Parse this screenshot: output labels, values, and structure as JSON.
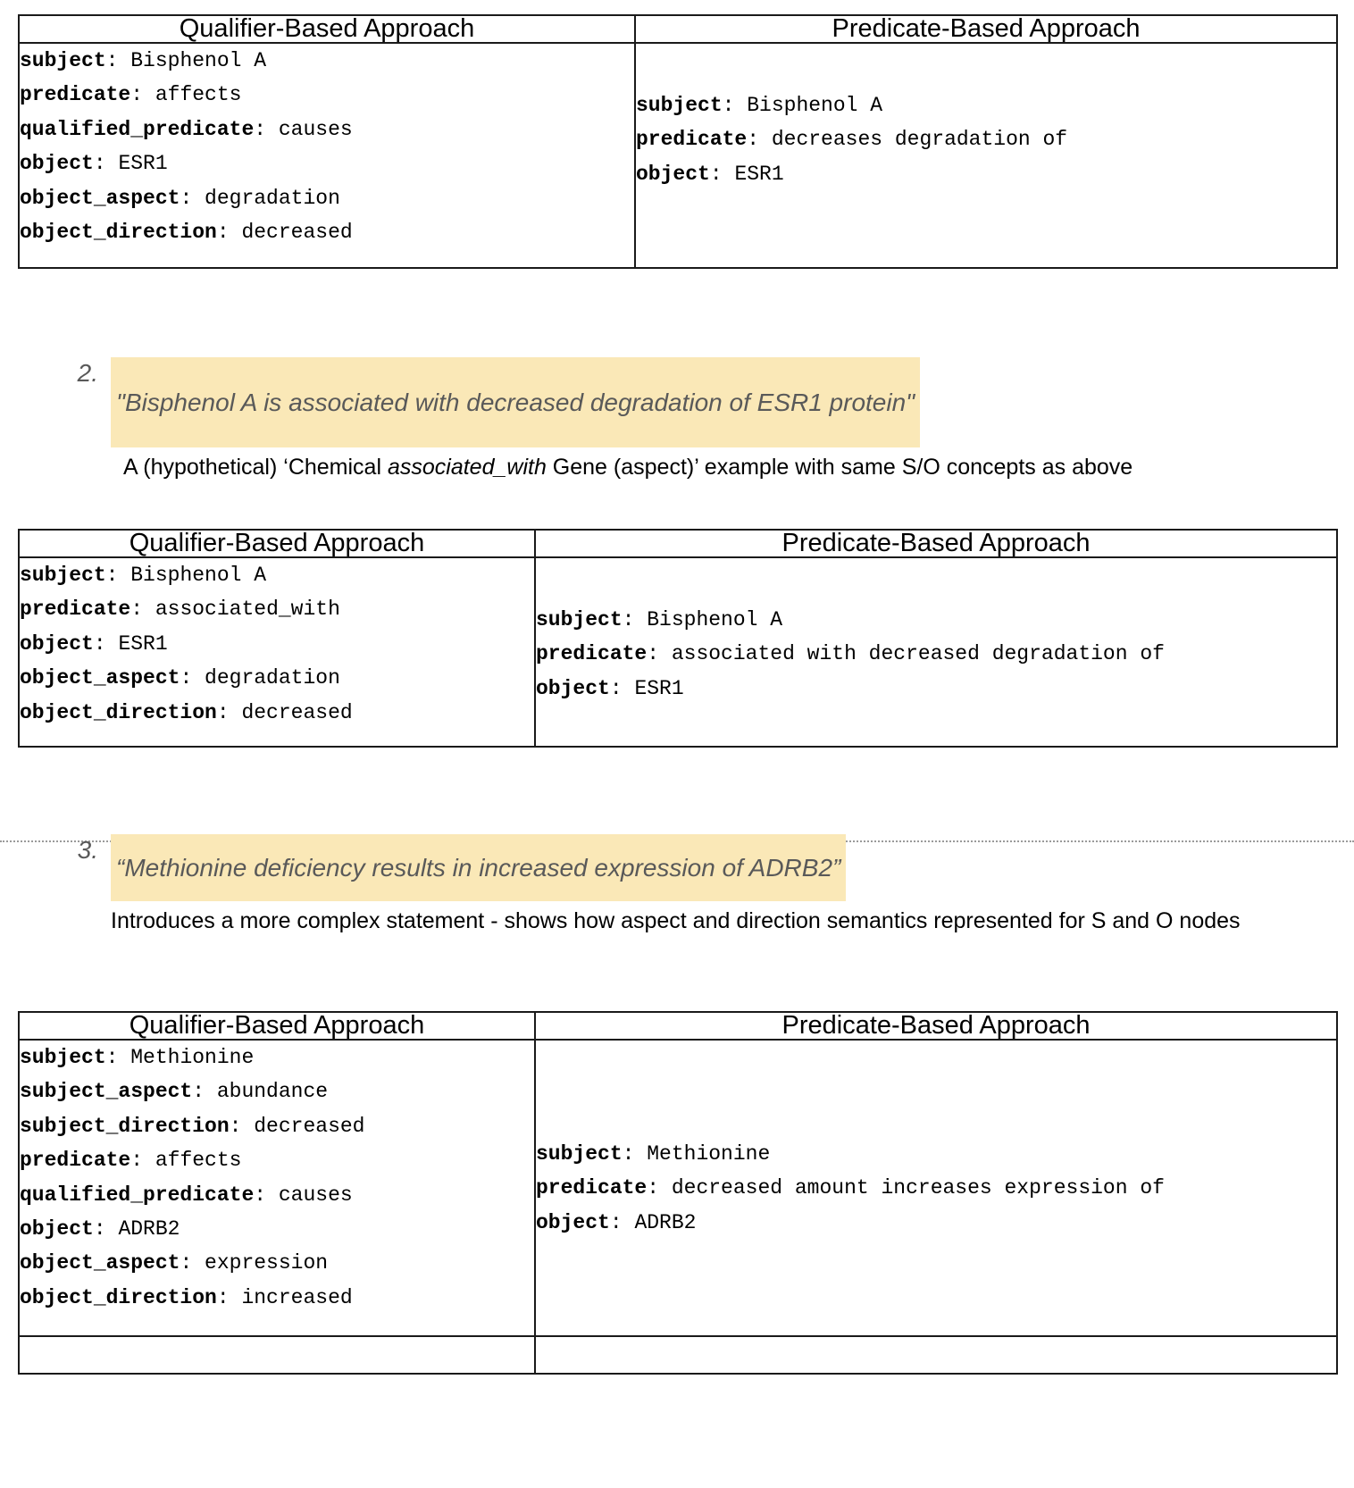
{
  "document": {
    "headers": {
      "qualifier": "Qualifier-Based Approach",
      "predicate": "Predicate-Based Approach"
    },
    "highlight_color": "#fae8b7",
    "quote_color": "#595959",
    "border_color": "#1a1a1a"
  },
  "blocks": [
    {
      "id": "table-1",
      "kind": "comparison-table",
      "header_left": "Qualifier-Based Approach",
      "header_right": "Predicate-Based Approach",
      "left_rows": [
        {
          "key": "subject",
          "value": "Bisphenol A"
        },
        {
          "key": "predicate",
          "value": "affects"
        },
        {
          "key": "qualified_predicate",
          "value": "causes"
        },
        {
          "key": "object",
          "value": "ESR1"
        },
        {
          "key": "object_aspect",
          "value": "degradation"
        },
        {
          "key": "object_direction",
          "value": "decreased"
        }
      ],
      "right_rows": [
        {
          "key": "subject",
          "value": "Bisphenol A"
        },
        {
          "key": "predicate",
          "value": "decreases degradation of"
        },
        {
          "key": "object",
          "value": "ESR1"
        }
      ]
    },
    {
      "id": "item-2",
      "kind": "numbered-item",
      "number": "2.",
      "quote": "\"Bisphenol A is associated with decreased degradation of ESR1 protein\"",
      "description_prefix": "A (hypothetical) ‘Chemical ",
      "description_emphasis": "associated_with",
      "description_suffix": " Gene (aspect)’  example with same S/O concepts as above"
    },
    {
      "id": "table-2",
      "kind": "comparison-table",
      "header_left": "Qualifier-Based Approach",
      "header_right": "Predicate-Based Approach",
      "left_rows": [
        {
          "key": "subject",
          "value": "Bisphenol A"
        },
        {
          "key": "predicate",
          "value": "associated_with"
        },
        {
          "key": "object",
          "value": "ESR1"
        },
        {
          "key": "object_aspect",
          "value": "degradation"
        },
        {
          "key": "object_direction",
          "value": "decreased"
        }
      ],
      "right_rows": [
        {
          "key": "subject",
          "value": "Bisphenol A"
        },
        {
          "key": "predicate",
          "value": "associated with decreased degradation of"
        },
        {
          "key": "object",
          "value": "ESR1"
        }
      ]
    },
    {
      "id": "item-3",
      "kind": "numbered-item",
      "number": "3.",
      "quote": "“Methionine deficiency results in increased expression of ADRB2”",
      "description": "Introduces a more complex statement - shows how aspect and direction semantics represented for S and O nodes"
    },
    {
      "id": "table-3",
      "kind": "comparison-table",
      "header_left": "Qualifier-Based Approach",
      "header_right": "Predicate-Based Approach",
      "left_rows": [
        {
          "key": "subject",
          "value": "Methionine"
        },
        {
          "key": "subject_aspect",
          "value": "abundance"
        },
        {
          "key": "subject_direction",
          "value": "decreased"
        },
        {
          "key": "predicate",
          "value": "affects"
        },
        {
          "key": "qualified_predicate",
          "value": "causes"
        },
        {
          "key": "object",
          "value": "ADRB2"
        },
        {
          "key": "object_aspect",
          "value": "expression"
        },
        {
          "key": "object_direction",
          "value": "increased"
        }
      ],
      "right_rows": [
        {
          "key": "subject",
          "value": "Methionine"
        },
        {
          "key": "predicate",
          "value": "decreased amount increases expression of"
        },
        {
          "key": "object",
          "value": "ADRB2"
        }
      ]
    }
  ]
}
